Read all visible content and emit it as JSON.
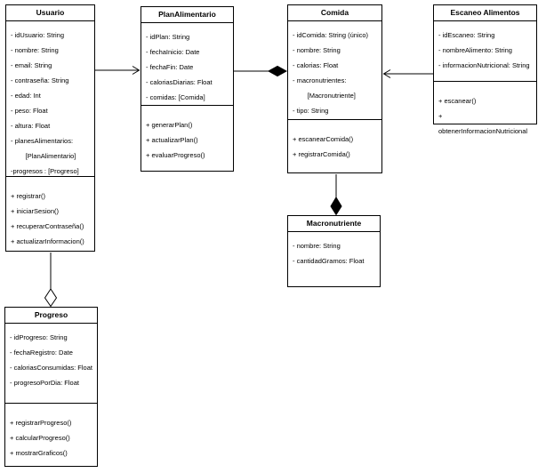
{
  "diagram": {
    "background_color": "#ffffff",
    "box_fill_color": "#ffffff",
    "box_border_color": "#000000",
    "text_color": "#000000"
  },
  "classes": {
    "usuario": {
      "title": "Usuario",
      "attributes": [
        "- idUsuario: String",
        "- nombre: String",
        "- email: String",
        "- contraseña: String",
        "- edad: Int",
        "- peso: Float",
        "- altura: Float",
        "- planesAlimentarios:\n        [PlanAlimentario]",
        "-progresos : [Progreso]"
      ],
      "methods": [
        "+ registrar()",
        "+ iniciarSesion()",
        "+ recuperarContraseña()",
        "+ actualizarInformacion()"
      ]
    },
    "plan_alimentario": {
      "title": "PlanAlimentario",
      "attributes": [
        "- idPlan: String",
        "- fechaInicio: Date",
        "- fechaFin: Date",
        "- caloriasDiarias: Float",
        "- comidas: [Comida]"
      ],
      "methods": [
        "+ generarPlan()",
        "+ actualizarPlan()",
        "+ evaluarProgreso()"
      ]
    },
    "comida": {
      "title": "Comida",
      "attributes": [
        "- idComida: String (único)",
        "- nombre: String",
        "- calorias: Float",
        "- macronutrientes:\n        [Macronutriente]",
        "- tipo: String"
      ],
      "methods": [
        "+ escanearComida()",
        "+ registrarComida()"
      ]
    },
    "escaneo_alimentos": {
      "title": "Escaneo Alimentos",
      "attributes": [
        "- idEscaneo: String",
        "- nombreAlimento: String",
        "- informacionNutricional: String"
      ],
      "methods": [
        "+ escanear()",
        "+ obtenerInformacionNutricional"
      ]
    },
    "macronutriente": {
      "title": "Macronutriente",
      "attributes": [
        "- nombre: String",
        "- cantidadGramos: Float"
      ],
      "methods": []
    },
    "progreso": {
      "title": "Progreso",
      "attributes": [
        "- idProgreso: String",
        "- fechaRegistro: Date",
        "- caloriasConsumidas: Float",
        "- progresoPorDia: Float"
      ],
      "methods": [
        "+ registrarProgreso()",
        "+ calcularProgreso()",
        "+ mostrarGraficos()"
      ]
    }
  },
  "relationships": [
    {
      "from": "Usuario",
      "to": "PlanAlimentario",
      "type": "directed association",
      "marker": "open arrow at PlanAlimentario"
    },
    {
      "from": "PlanAlimentario",
      "to": "Comida",
      "type": "composition",
      "marker": "filled diamond at Comida"
    },
    {
      "from": "Escaneo Alimentos",
      "to": "Comida",
      "type": "directed association",
      "marker": "open arrow at Comida"
    },
    {
      "from": "Comida",
      "to": "Macronutriente",
      "type": "composition",
      "marker": "filled diamond at Macronutriente"
    },
    {
      "from": "Usuario",
      "to": "Progreso",
      "type": "aggregation",
      "marker": "hollow diamond at Progreso"
    }
  ]
}
